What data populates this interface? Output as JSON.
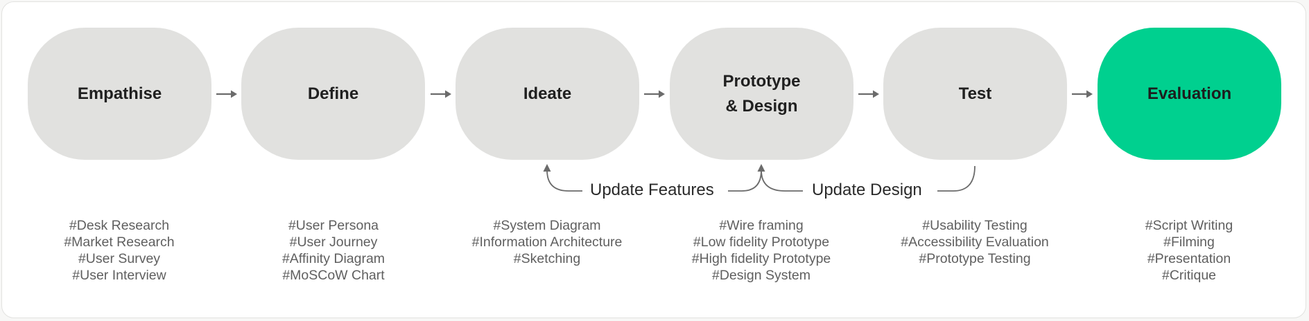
{
  "stages": [
    {
      "label": "Empathise",
      "highlighted": false
    },
    {
      "label": "Define",
      "highlighted": false
    },
    {
      "label": "Ideate",
      "highlighted": false
    },
    {
      "label": "Prototype\n& Design",
      "highlighted": false
    },
    {
      "label": "Test",
      "highlighted": false
    },
    {
      "label": "Evaluation",
      "highlighted": true
    }
  ],
  "feedback_loops": [
    {
      "label": "Update Features",
      "from_stage": "Prototype\n& Design",
      "to_stage": "Ideate"
    },
    {
      "label": "Update Design",
      "from_stage": "Test",
      "to_stage": "Prototype\n& Design"
    }
  ],
  "tags": [
    [
      "#Desk Research",
      "#Market Research",
      "#User Survey",
      "#User Interview"
    ],
    [
      "#User Persona",
      "#User Journey",
      "#Affinity Diagram",
      "#MoSCoW Chart"
    ],
    [
      "#System Diagram",
      "#Information Architecture",
      "#Sketching"
    ],
    [
      "#Wire framing",
      "#Low fidelity Prototype",
      "#High fidelity Prototype",
      "#Design System"
    ],
    [
      "#Usability Testing",
      "#Accessibility Evaluation",
      "#Prototype Testing"
    ],
    [
      "#Script Writing",
      "#Filming",
      "#Presentation",
      "#Critique"
    ]
  ],
  "colors": {
    "stage_fill": "#e1e1df",
    "highlight_fill": "#00d08f",
    "arrow": "#6b6b6b",
    "tag_text": "#5f5f5f"
  }
}
